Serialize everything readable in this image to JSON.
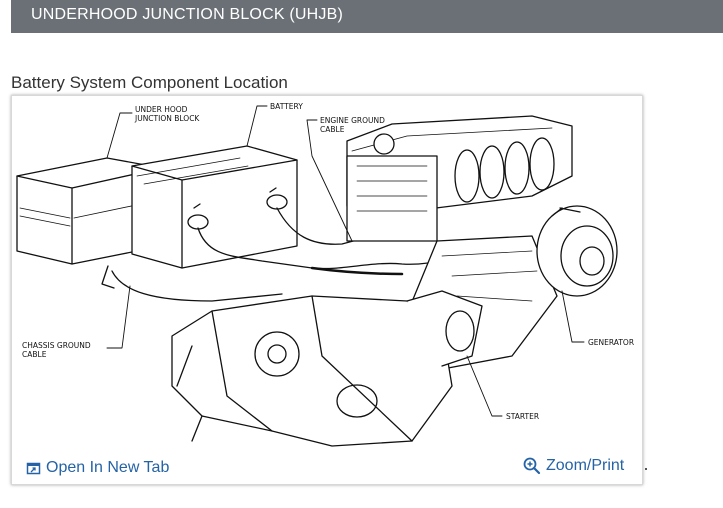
{
  "header": {
    "title": "UNDERHOOD JUNCTION BLOCK (UHJB)"
  },
  "section": {
    "title": "Battery System Component Location"
  },
  "diagram": {
    "labels": {
      "under_hood_1": "UNDER HOOD",
      "under_hood_2": "JUNCTION BLOCK",
      "battery": "BATTERY",
      "engine_ground_1": "ENGINE GROUND",
      "engine_ground_2": "CABLE",
      "chassis_ground_1": "CHASSIS GROUND",
      "chassis_ground_2": "CABLE",
      "generator": "GENERATOR",
      "starter": "STARTER"
    }
  },
  "footer": {
    "open_tab_label": "Open In New Tab",
    "zoom_label": "Zoom/Print",
    "open_icon": "open-in-new-tab-icon",
    "zoom_icon": "magnifier-plus-icon",
    "link_color": "#2563a6"
  }
}
